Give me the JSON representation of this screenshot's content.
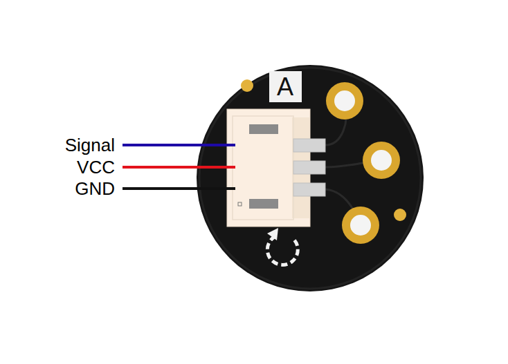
{
  "diagram": {
    "labels": [
      "A",
      "Signal",
      "VCC",
      "GND"
    ]
  }
}
